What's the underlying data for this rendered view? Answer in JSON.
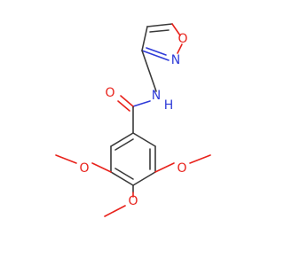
{
  "molecule": {
    "colors": {
      "carbon_bond": "#3a3a3a",
      "oxygen": "#e8221b",
      "nitrogen": "#2f3bd8",
      "background": "#ffffff"
    },
    "atoms": {
      "ring_oxygen": "O",
      "ring_nitrogen": "N",
      "amide_nitrogen": "N",
      "amide_hydrogen": "H",
      "carbonyl_oxygen": "O",
      "methoxy_left_oxygen": "O",
      "methoxy_right_oxygen": "O",
      "methoxy_bottom_oxygen": "O"
    }
  }
}
